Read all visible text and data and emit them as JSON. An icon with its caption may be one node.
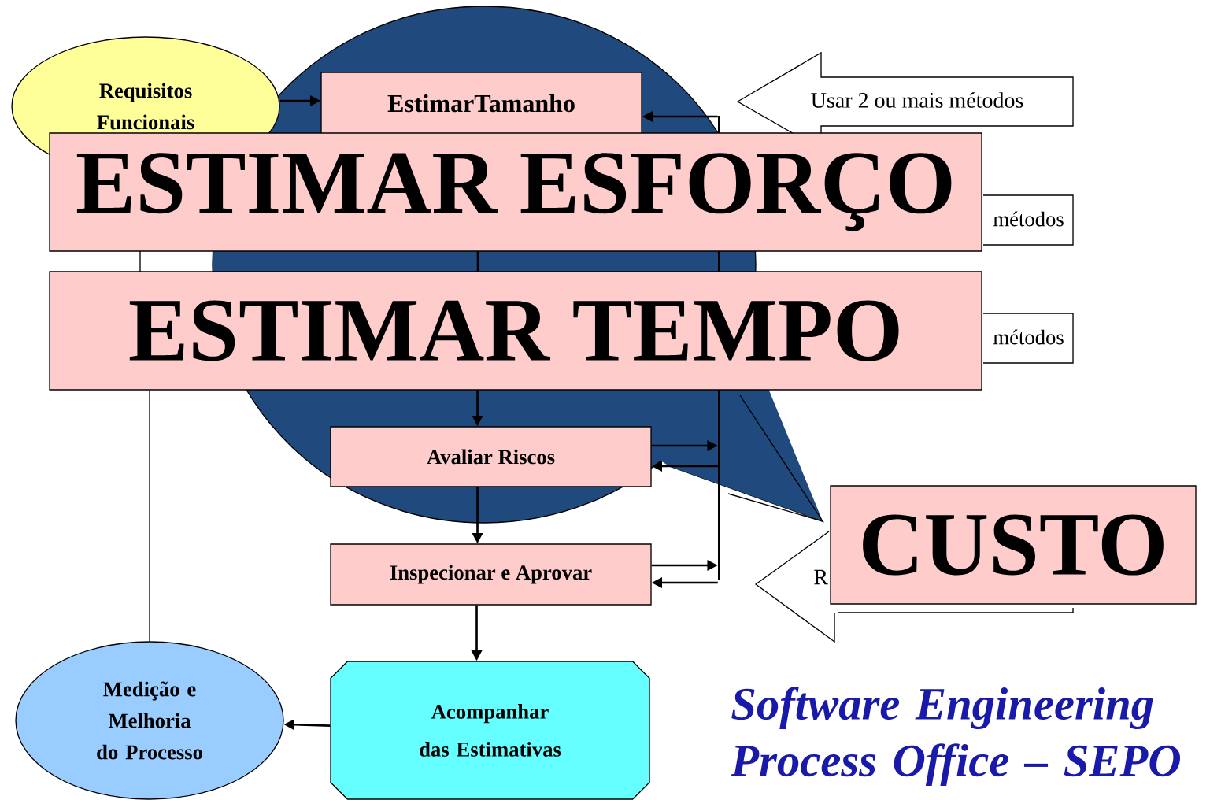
{
  "diagram": {
    "title": "Software Engineering Process Office – SEPO",
    "nodes": [
      {
        "text": [
          "Requisitos Funcionais"
        ]
      },
      {
        "text": [
          "EstimarTamanho"
        ]
      },
      {
        "text": [
          "ESTIMAR ESFORÇO"
        ]
      },
      {
        "text": [
          "ESTIMAR TEMPO"
        ]
      },
      {
        "text": [
          "Avaliar Riscos"
        ]
      },
      {
        "text": [
          "Inspecionar e Aprovar"
        ]
      },
      {
        "text": [
          "Acompanhar das Estimativas"
        ]
      },
      {
        "text": [
          "Medição e Melhoria do Processo"
        ]
      },
      {
        "text": [
          "Usar 2 ou mais métodos"
        ]
      },
      {
        "text": [
          "métodos"
        ]
      },
      {
        "text": [
          "métodos"
        ]
      },
      {
        "text": [
          "R"
        ]
      },
      {
        "text": [
          "CUSTO"
        ]
      },
      {
        "text": [],
        "shape": "bar"
      }
    ],
    "edges": [
      {
        "from": 0,
        "to": 1,
        "arrow": "to"
      },
      {
        "from": 13,
        "to": 1,
        "arrow": "to"
      },
      {
        "from": 2,
        "to": 3,
        "arrow": "none"
      },
      {
        "from": 3,
        "to": 2,
        "arrow": "none"
      },
      {
        "from": 3,
        "to": 4,
        "arrow": "to"
      },
      {
        "from": 4,
        "to": 13,
        "arrow": "to"
      },
      {
        "from": 13,
        "to": 4,
        "arrow": "to"
      },
      {
        "from": 4,
        "to": 5,
        "arrow": "to"
      },
      {
        "from": 5,
        "to": 13,
        "arrow": "to"
      },
      {
        "from": 13,
        "to": 5,
        "arrow": "to"
      },
      {
        "from": 5,
        "to": 6,
        "arrow": "to"
      },
      {
        "from": 6,
        "to": 7,
        "arrow": "to"
      },
      {
        "from": 7,
        "to": 3,
        "arrow": "none"
      }
    ]
  }
}
